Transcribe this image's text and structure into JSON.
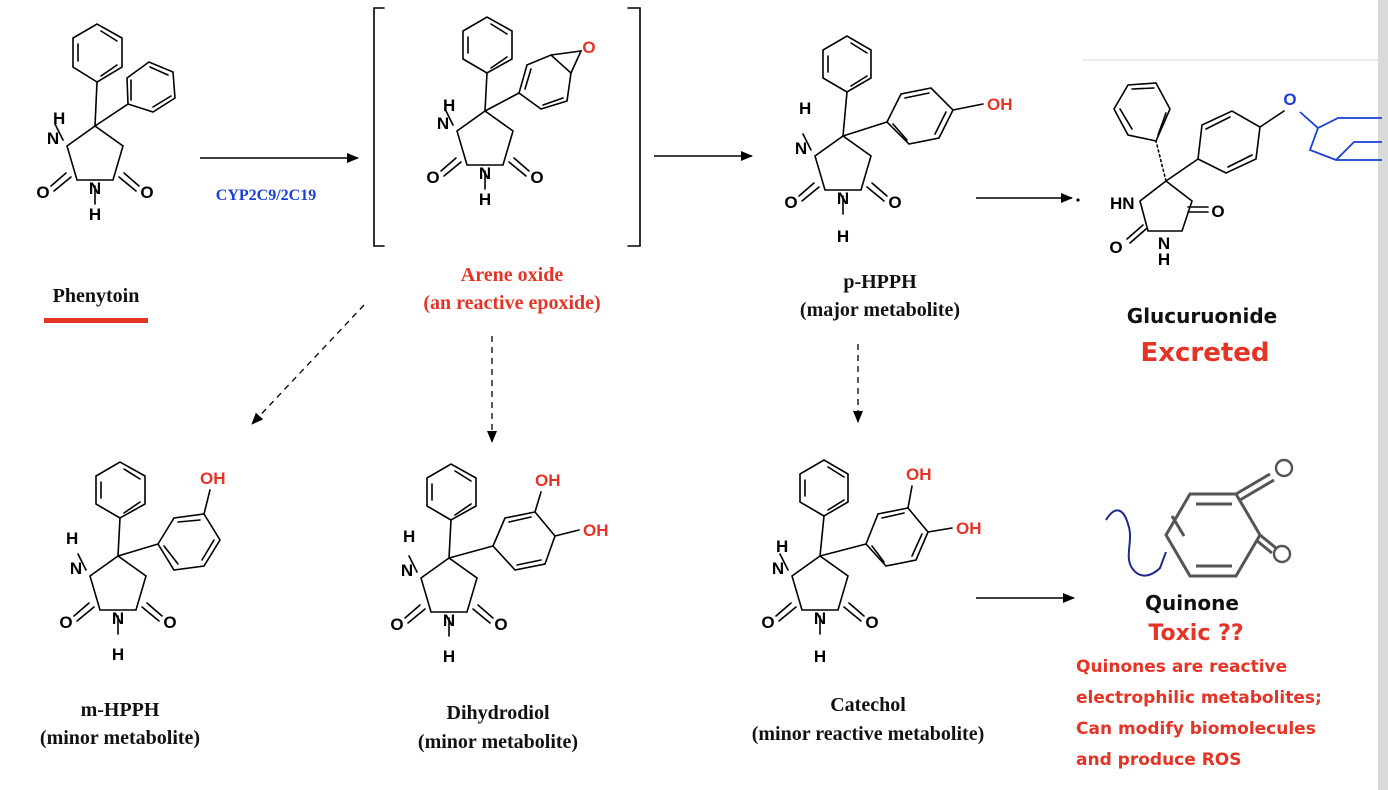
{
  "atoms": {
    "H": "H",
    "N": "N",
    "O": "O",
    "OH": "OH",
    "HN": "HN"
  },
  "colors": {
    "red": "#e53325",
    "blue": "#1a3fd4",
    "black": "#111111",
    "gray": "#555555"
  },
  "enzyme": "CYP2C9/2C19",
  "compounds": {
    "phenytoin": {
      "name": "Phenytoin"
    },
    "arene_oxide": {
      "name": "Arene oxide",
      "note": "(an reactive epoxide)"
    },
    "p_hpph": {
      "name": "p-HPPH",
      "note": "(major metabolite)"
    },
    "glucuronide": {
      "name": "Glucuruonide",
      "fate": "Excreted"
    },
    "m_hpph": {
      "name": "m-HPPH",
      "note": "(minor metabolite)"
    },
    "dihydrodiol": {
      "name": "Dihydrodiol",
      "note": "(minor metabolite)"
    },
    "catechol": {
      "name": "Catechol",
      "note": "(minor reactive metabolite)"
    },
    "quinone": {
      "name": "Quinone",
      "fate": "Toxic ??",
      "notes": [
        "Quinones are reactive",
        "electrophilic metabolites;",
        "Can modify biomolecules",
        "and produce ROS"
      ]
    }
  }
}
